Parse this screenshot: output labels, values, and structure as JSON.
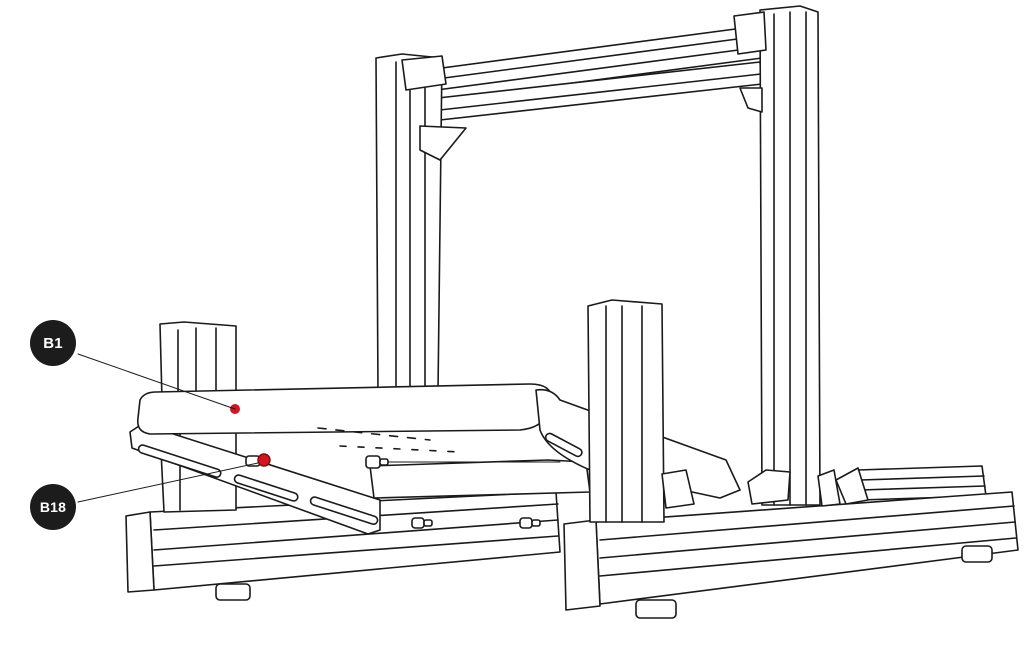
{
  "callouts": [
    {
      "id": "B1",
      "label": "B1"
    },
    {
      "id": "B18",
      "label": "B18"
    }
  ],
  "colors": {
    "stroke": "#1a1a1a",
    "fill": "#ffffff",
    "badge": "#1c1c1c",
    "badge_text": "#ffffff",
    "marker": "#d4141e"
  }
}
